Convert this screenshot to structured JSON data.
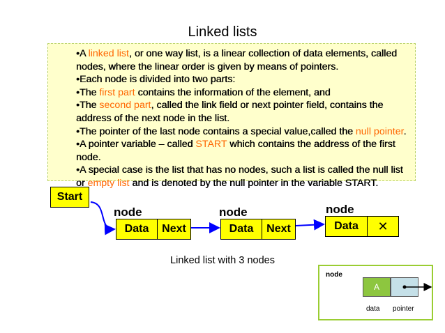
{
  "title": "Linked lists",
  "bullets": [
    [
      {
        "t": "•A "
      },
      {
        "t": "linked list",
        "hl": true
      },
      {
        "t": ", or one way list, is a linear collection of data elements, called nodes, where the linear order is given by means of pointers."
      }
    ],
    [
      {
        "t": "•Each node is divided into two parts:"
      }
    ],
    [
      {
        "t": "•The "
      },
      {
        "t": "first part",
        "hl": true
      },
      {
        "t": " contains the information of the element, and"
      }
    ],
    [
      {
        "t": "•The "
      },
      {
        "t": "second part",
        "hl": true
      },
      {
        "t": ", called the link field or next pointer field, contains the address of the next node in the list."
      }
    ],
    [
      {
        "t": "•The pointer of the last node contains a special value,called the "
      },
      {
        "t": "null pointer",
        "hl": true
      },
      {
        "t": "."
      }
    ],
    [
      {
        "t": "•A pointer variable – called "
      },
      {
        "t": "START",
        "hl": true
      },
      {
        "t": " which contains the address of the first node."
      }
    ],
    [
      {
        "t": "•A special case is the list that has no nodes, such a list is called the null list or "
      },
      {
        "t": "empty list",
        "hl": true
      },
      {
        "t": " and is denoted by the null pointer in the variable START."
      }
    ]
  ],
  "diagram": {
    "start_label": "Start",
    "node_label": "node",
    "data_label": "Data",
    "next_label": "Next",
    "null_symbol": "✕",
    "caption": "Linked list with 3 nodes"
  },
  "legend": {
    "title": "node",
    "cell_value": "A",
    "data_label": "data",
    "pointer_label": "pointer"
  },
  "colors": {
    "highlight": "#ff6600",
    "node_fill": "#ffff00",
    "arrow": "#0000ff",
    "textbox_fill": "#ffffcc",
    "legend_border": "#9acd32",
    "legend_data": "#8dc63f",
    "legend_pointer": "#c5e0e8"
  }
}
